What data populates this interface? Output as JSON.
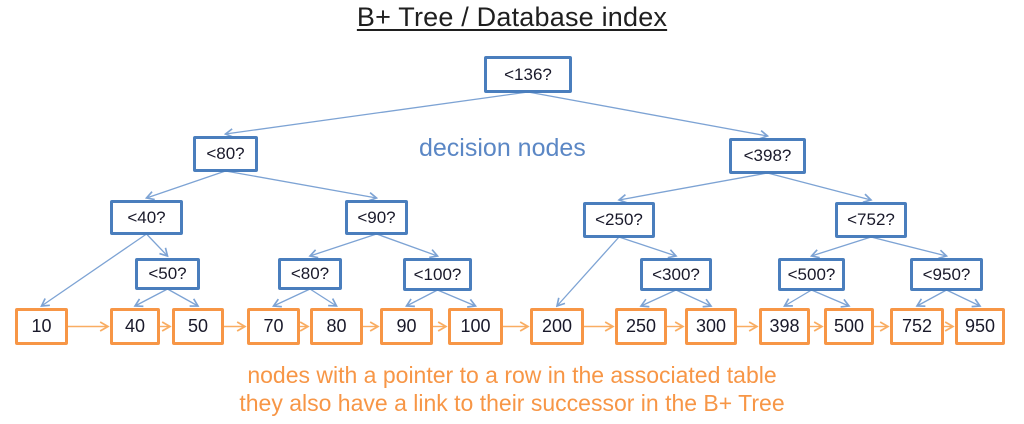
{
  "title": "B+ Tree / Database index",
  "annotations": {
    "decision_nodes_label": "decision nodes",
    "caption_line1": "nodes with a pointer to a row in the associated table",
    "caption_line2": "they also have a link to their successor in the B+ Tree"
  },
  "colors": {
    "decision_border": "#4a7ebd",
    "edge_blue": "#7da3d4",
    "leaf_border": "#f79646",
    "edge_orange": "#f9ad62",
    "caption_orange": "#f79646",
    "label_blue": "#5b87c5"
  },
  "nodes": {
    "decision": [
      {
        "id": "q136",
        "label": "<136?"
      },
      {
        "id": "q80",
        "label": "<80?"
      },
      {
        "id": "q398",
        "label": "<398?"
      },
      {
        "id": "q40",
        "label": "<40?"
      },
      {
        "id": "q90",
        "label": "<90?"
      },
      {
        "id": "q250",
        "label": "<250?"
      },
      {
        "id": "q752",
        "label": "<752?"
      },
      {
        "id": "q50",
        "label": "<50?"
      },
      {
        "id": "q80b",
        "label": "<80?"
      },
      {
        "id": "q100",
        "label": "<100?"
      },
      {
        "id": "q300",
        "label": "<300?"
      },
      {
        "id": "q500",
        "label": "<500?"
      },
      {
        "id": "q950",
        "label": "<950?"
      }
    ],
    "leaf": [
      {
        "id": "l10",
        "label": "10"
      },
      {
        "id": "l40",
        "label": "40"
      },
      {
        "id": "l50",
        "label": "50"
      },
      {
        "id": "l70",
        "label": "70"
      },
      {
        "id": "l80",
        "label": "80"
      },
      {
        "id": "l90",
        "label": "90"
      },
      {
        "id": "l100",
        "label": "100"
      },
      {
        "id": "l200",
        "label": "200"
      },
      {
        "id": "l250",
        "label": "250"
      },
      {
        "id": "l300",
        "label": "300"
      },
      {
        "id": "l398",
        "label": "398"
      },
      {
        "id": "l500",
        "label": "500"
      },
      {
        "id": "l752",
        "label": "752"
      },
      {
        "id": "l950",
        "label": "950"
      }
    ]
  },
  "edges": {
    "tree": [
      [
        "q136",
        "q80"
      ],
      [
        "q136",
        "q398"
      ],
      [
        "q80",
        "q40"
      ],
      [
        "q80",
        "q90"
      ],
      [
        "q398",
        "q250"
      ],
      [
        "q398",
        "q752"
      ],
      [
        "q40",
        "l10"
      ],
      [
        "q40",
        "q50"
      ],
      [
        "q90",
        "q80b"
      ],
      [
        "q90",
        "q100"
      ],
      [
        "q250",
        "l200"
      ],
      [
        "q250",
        "q300"
      ],
      [
        "q752",
        "q500"
      ],
      [
        "q752",
        "q950"
      ],
      [
        "q50",
        "l40"
      ],
      [
        "q50",
        "l50"
      ],
      [
        "q80b",
        "l70"
      ],
      [
        "q80b",
        "l80"
      ],
      [
        "q100",
        "l90"
      ],
      [
        "q100",
        "l100"
      ],
      [
        "q300",
        "l250"
      ],
      [
        "q300",
        "l300"
      ],
      [
        "q500",
        "l398"
      ],
      [
        "q500",
        "l500"
      ],
      [
        "q950",
        "l752"
      ],
      [
        "q950",
        "l950"
      ]
    ],
    "successor": [
      [
        "l10",
        "l40"
      ],
      [
        "l40",
        "l50"
      ],
      [
        "l50",
        "l70"
      ],
      [
        "l70",
        "l80"
      ],
      [
        "l80",
        "l90"
      ],
      [
        "l90",
        "l100"
      ],
      [
        "l100",
        "l200"
      ],
      [
        "l200",
        "l250"
      ],
      [
        "l250",
        "l300"
      ],
      [
        "l300",
        "l398"
      ],
      [
        "l398",
        "l500"
      ],
      [
        "l500",
        "l752"
      ],
      [
        "l752",
        "l950"
      ]
    ]
  }
}
